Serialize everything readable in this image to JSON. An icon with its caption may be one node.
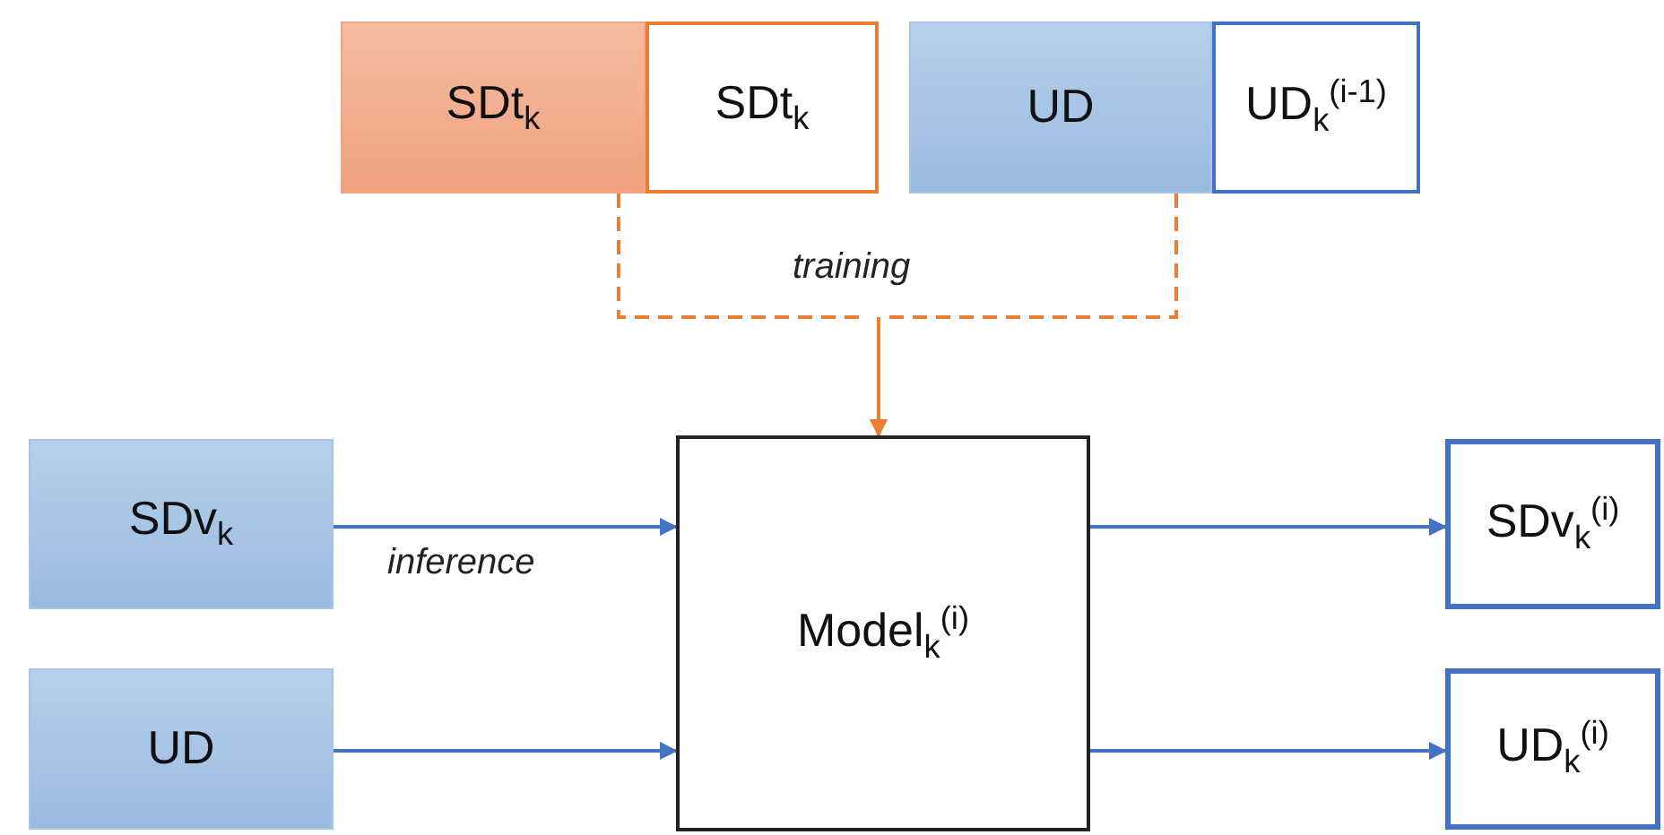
{
  "diagram": {
    "nodes": [
      {
        "text": [
          "SDt$_{k}$"
        ]
      },
      {
        "text": [
          "SDt$_{k}$"
        ]
      },
      {
        "text": [
          "UD"
        ]
      },
      {
        "text": [
          "UD$_{k}$$^{(i-1)}$"
        ]
      },
      {
        "text": [
          "SDv$_{k}$"
        ]
      },
      {
        "text": [
          "UD"
        ]
      },
      {
        "text": [
          "Model$_{k}$$^{(i)}$"
        ]
      },
      {
        "text": [
          "SDv$_{k}$$^{(i)}$"
        ]
      },
      {
        "text": [
          "UD$_{k}$$^{(i)}$"
        ]
      }
    ],
    "edges": [
      {
        "from": 0,
        "to": 6,
        "arrow": "to",
        "label": "training",
        "style": "dashed",
        "color": "#ed7d31"
      },
      {
        "from": 2,
        "to": 6,
        "arrow": "to",
        "style": "dashed",
        "color": "#ed7d31"
      },
      {
        "from": 4,
        "to": 6,
        "arrow": "to",
        "label": "inference"
      },
      {
        "from": 5,
        "to": 6,
        "arrow": "to"
      },
      {
        "from": 6,
        "to": 7,
        "arrow": "to"
      },
      {
        "from": 6,
        "to": 8,
        "arrow": "to"
      }
    ]
  }
}
